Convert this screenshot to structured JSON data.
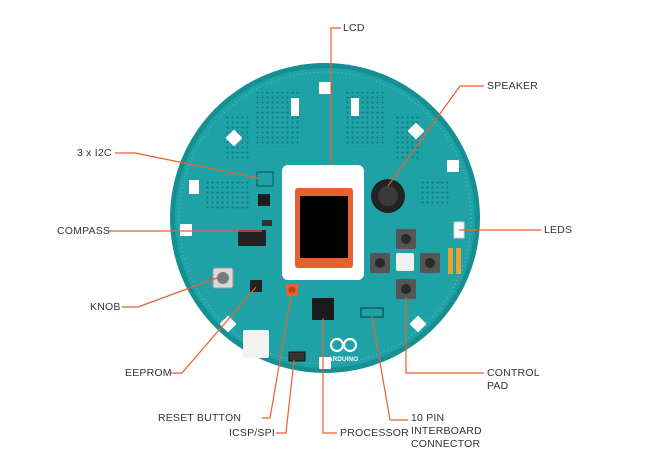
{
  "diagram": {
    "board_text": "ARDUINO",
    "labels": {
      "lcd": "LCD",
      "speaker": "SPEAKER",
      "i2c": "3 x I2C",
      "compass": "COMPASS",
      "leds": "LEDS",
      "knob": "KNOB",
      "eeprom": "EEPROM",
      "control_pad": [
        "CONTROL",
        "PAD"
      ],
      "reset_button": "RESET BUTTON",
      "icsp_spi": "ICSP/SPI",
      "processor": "PROCESSOR",
      "interboard_connector": [
        "10 PIN",
        "INTERBOARD",
        "CONNECTOR"
      ]
    },
    "colors": {
      "board": "#1fa2a6",
      "board_edge": "#168f93",
      "leader_line": "#e8602c",
      "text": "#333333",
      "lcd_frame": "#e8602c"
    }
  }
}
